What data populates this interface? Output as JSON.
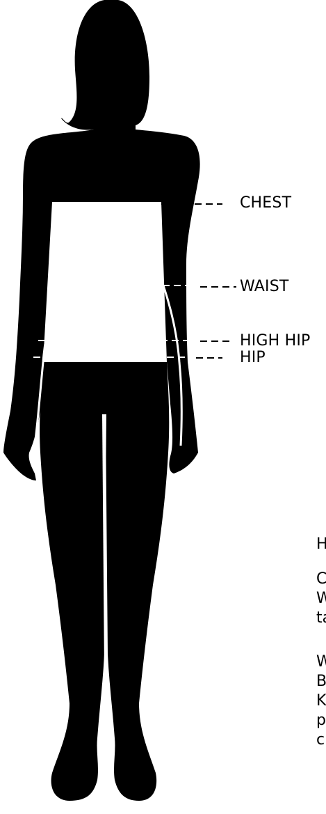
{
  "measurements": [
    {
      "id": "chest",
      "label": "CHEST"
    },
    {
      "id": "waist",
      "label": "WAIST"
    },
    {
      "id": "high_hip",
      "label": "HIGH HIP"
    },
    {
      "id": "hip",
      "label": "HIP"
    }
  ],
  "clipped_text": [
    "H",
    "C",
    "W",
    "ta",
    "W",
    "B",
    "K",
    "p",
    "c"
  ],
  "colors": {
    "silhouette": "#000000",
    "lines": "#ffffff",
    "background": "#ffffff"
  }
}
